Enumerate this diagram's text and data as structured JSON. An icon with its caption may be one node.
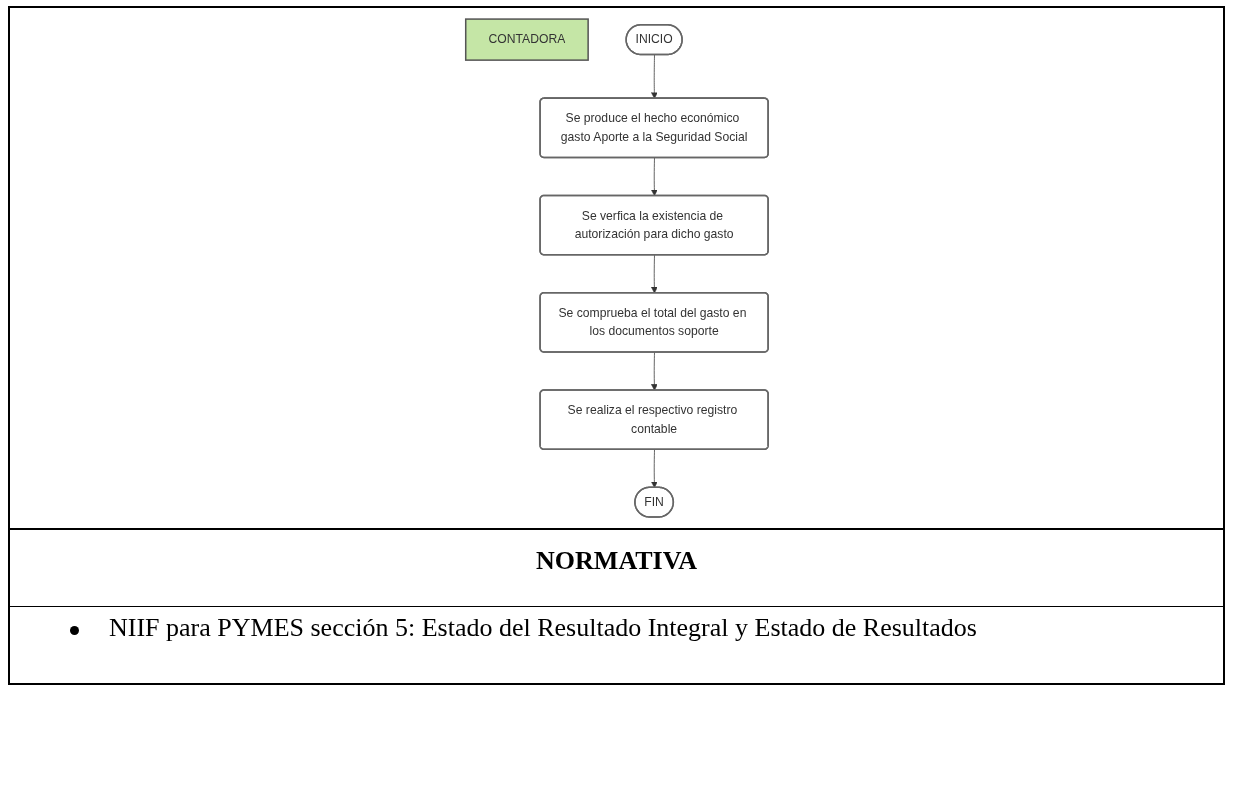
{
  "diagram": {
    "nodes": [
      {
        "text": [
          "CONTADORA"
        ]
      },
      {
        "text": [
          "INICIO"
        ]
      },
      {
        "text": [
          "Se produce el hecho económico gasto Aporte a la Seguridad Social"
        ]
      },
      {
        "text": [
          "Se verfica la existencia de autorización para dicho gasto"
        ]
      },
      {
        "text": [
          "Se comprueba el total del gasto en los documentos soporte"
        ]
      },
      {
        "text": [
          "Se realiza el respectivo registro contable"
        ]
      },
      {
        "text": [
          "FIN"
        ]
      }
    ],
    "edges": [
      {
        "from": 1,
        "to": 2,
        "arrow": "to"
      },
      {
        "from": 2,
        "to": 3,
        "arrow": "to"
      },
      {
        "from": 3,
        "to": 4,
        "arrow": "to"
      },
      {
        "from": 4,
        "to": 5,
        "arrow": "to"
      },
      {
        "from": 5,
        "to": 6,
        "arrow": "to"
      }
    ],
    "labels": [
      "NORMATIVA",
      "NIIF para PYMES sección 5: Estado del Resultado Integral y Estado de Resultados"
    ]
  }
}
